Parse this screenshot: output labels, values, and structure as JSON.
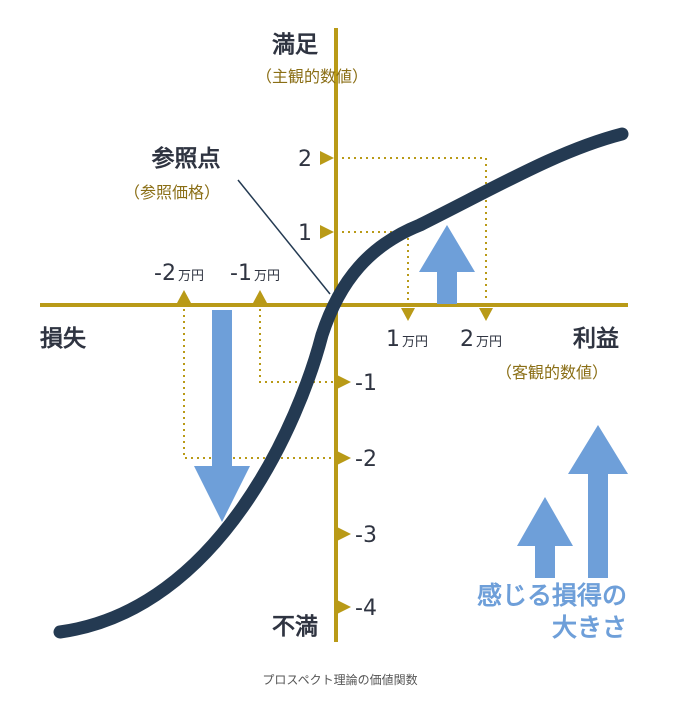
{
  "labels": {
    "satisfaction": "満足",
    "subjective_value": "（主観的数値）",
    "dissatisfaction": "不満",
    "loss": "損失",
    "profit": "利益",
    "objective_value": "（客観的数値）",
    "reference_point": "参照点",
    "reference_price": "（参照価格）",
    "perceived_line1": "感じる損得の",
    "perceived_line2": "大きさ",
    "caption": "プロスペクト理論の価値関数"
  },
  "y_ticks": [
    "2",
    "1",
    "-1",
    "-2",
    "-3",
    "-4"
  ],
  "x_ticks": {
    "neg2_num": "-2",
    "neg2_unit": "万円",
    "neg1_num": "-1",
    "neg1_unit": "万円",
    "pos1_num": "1",
    "pos1_unit": "万円",
    "pos2_num": "2",
    "pos2_unit": "万円"
  },
  "colors": {
    "axis": "#b99a17",
    "curve": "#243a52",
    "arrow": "#6e9fd9",
    "text": "#2f3441"
  }
}
